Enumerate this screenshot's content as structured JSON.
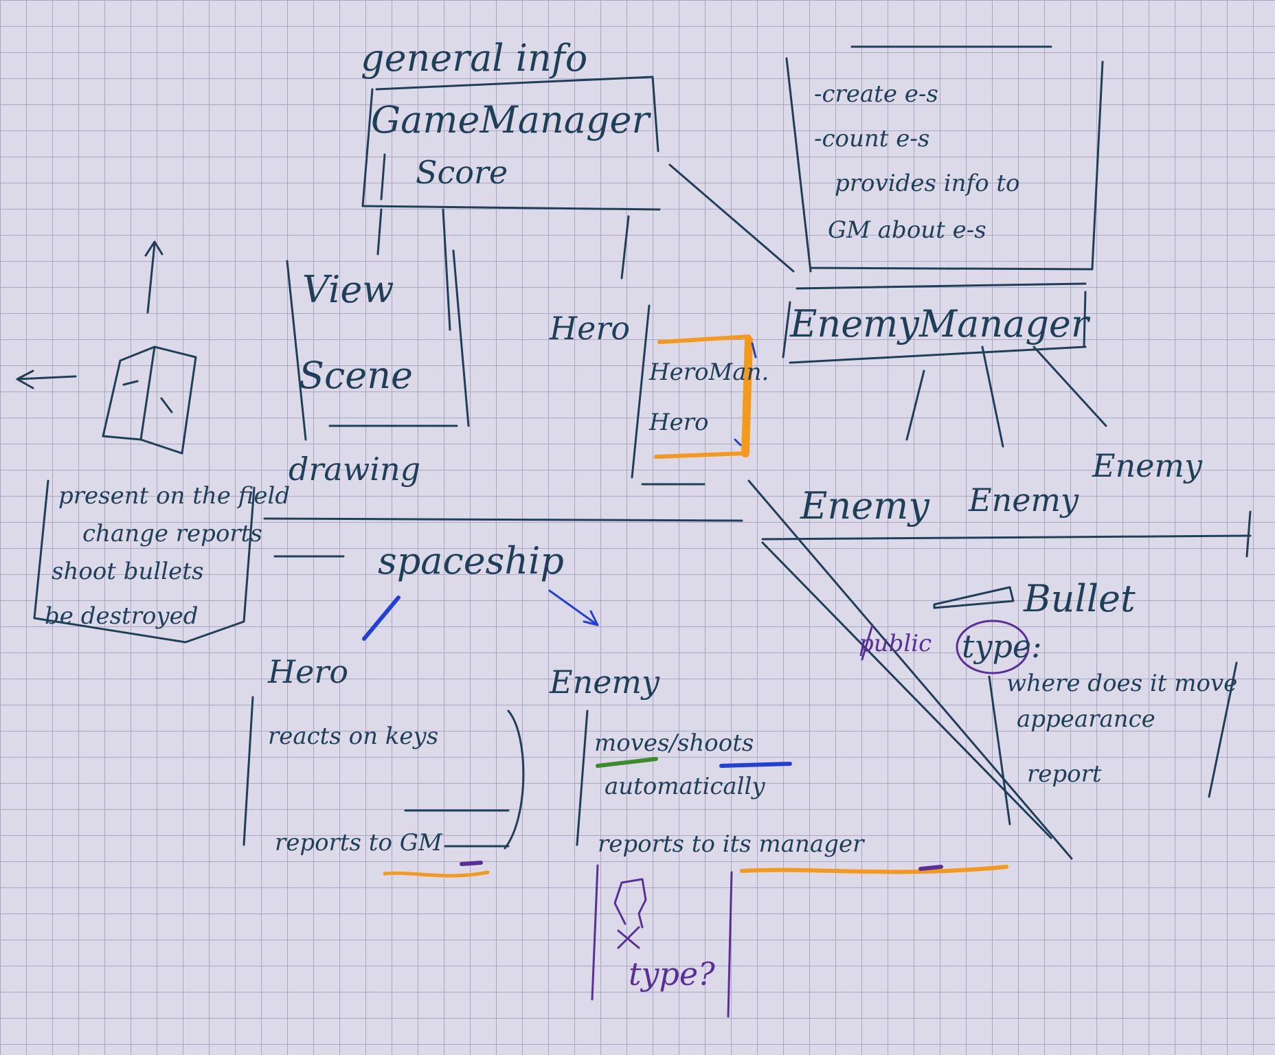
{
  "colors": {
    "ink": "#1d3f58",
    "orange": "#f39a1d",
    "blue": "#2140d8",
    "purple": "#5a2e99",
    "green": "#3d8c2a"
  },
  "labels": {
    "general_info": "general info",
    "game_manager": "GameManager",
    "score": "Score",
    "view": "View",
    "scene": "Scene",
    "drawing": "drawing",
    "hero_top": "Hero",
    "hero_manager": "HeroMan.",
    "hero_inner": "Hero",
    "enemy_manager": "EnemyManager",
    "enemy_1": "Enemy",
    "enemy_2": "Enemy",
    "enemy_3": "Enemy",
    "spaceship": "spaceship",
    "hero_bottom": "Hero",
    "enemy_bottom": "Enemy",
    "bullet": "Bullet",
    "public": "public",
    "type": "type:",
    "type_question": "type?"
  },
  "lists": {
    "em_notes": [
      "-create e-s",
      "-count e-s",
      "provides info to",
      "GM about e-s"
    ],
    "spaceship_notes": [
      "present on the field",
      "change reports",
      "shoot bullets",
      "be destroyed"
    ],
    "hero_notes": [
      "reacts on keys",
      "reports to GM"
    ],
    "enemy_notes": [
      "moves/shoots",
      "automatically",
      "reports to its manager"
    ],
    "bullet_notes": [
      "where does it move",
      "appearance",
      "report"
    ]
  }
}
